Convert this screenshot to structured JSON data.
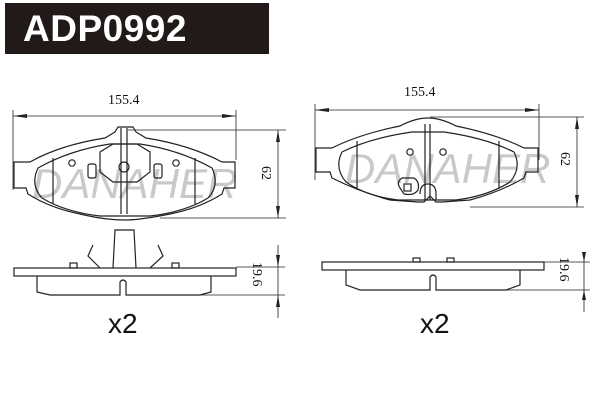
{
  "title": {
    "part_number": "ADP0992",
    "background_color": "#221a19",
    "text_color": "#ffffff"
  },
  "watermark": "DANAHER",
  "left_pad": {
    "width_label": "155.4",
    "height_label": "62",
    "thickness_label": "19.6",
    "quantity_label": "x2",
    "features": [
      "spring-clip",
      "center-slot",
      "two-locating-holes"
    ]
  },
  "right_pad": {
    "width_label": "155.4",
    "height_label": "62",
    "thickness_label": "19.6",
    "quantity_label": "x2",
    "features": [
      "wear-indicator",
      "center-slot",
      "two-locating-holes"
    ]
  }
}
